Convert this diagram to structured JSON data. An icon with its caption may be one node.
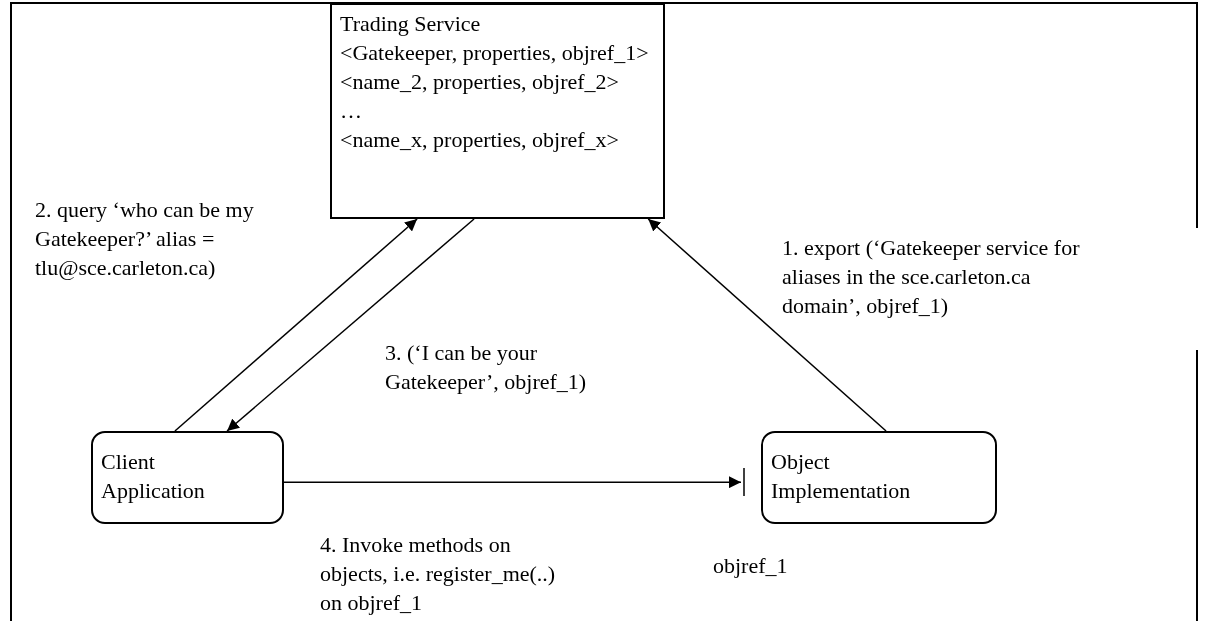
{
  "diagram": {
    "nodes": [
      {
        "text": [
          "Trading Service",
          "<Gatekeeper, properties, objref_1>",
          "<name_2, properties, objref_2>",
          "…",
          "<name_x, properties, objref_x>"
        ]
      },
      {
        "text": [
          "Client Application"
        ]
      },
      {
        "text": [
          "Object Implementation"
        ]
      }
    ],
    "edges": [
      {
        "from": 2,
        "to": 0,
        "arrow": "to",
        "label": "1. export (‘Gatekeeper service for aliases in the sce.carleton.ca domain’, objref_1)"
      },
      {
        "from": 1,
        "to": 0,
        "arrow": "to",
        "label": "2. query  ‘who can be my Gatekeeper?’ alias = tlu@sce.carleton.ca)"
      },
      {
        "from": 0,
        "to": 1,
        "arrow": "to",
        "label": "3. (‘I can be your Gatekeeper’, objref_1)"
      },
      {
        "from": 1,
        "to": 2,
        "arrow": "to",
        "label": "4. Invoke methods on objects, i.e. register_me(..) on objref_1"
      }
    ],
    "labels": [
      "objref_1"
    ]
  }
}
